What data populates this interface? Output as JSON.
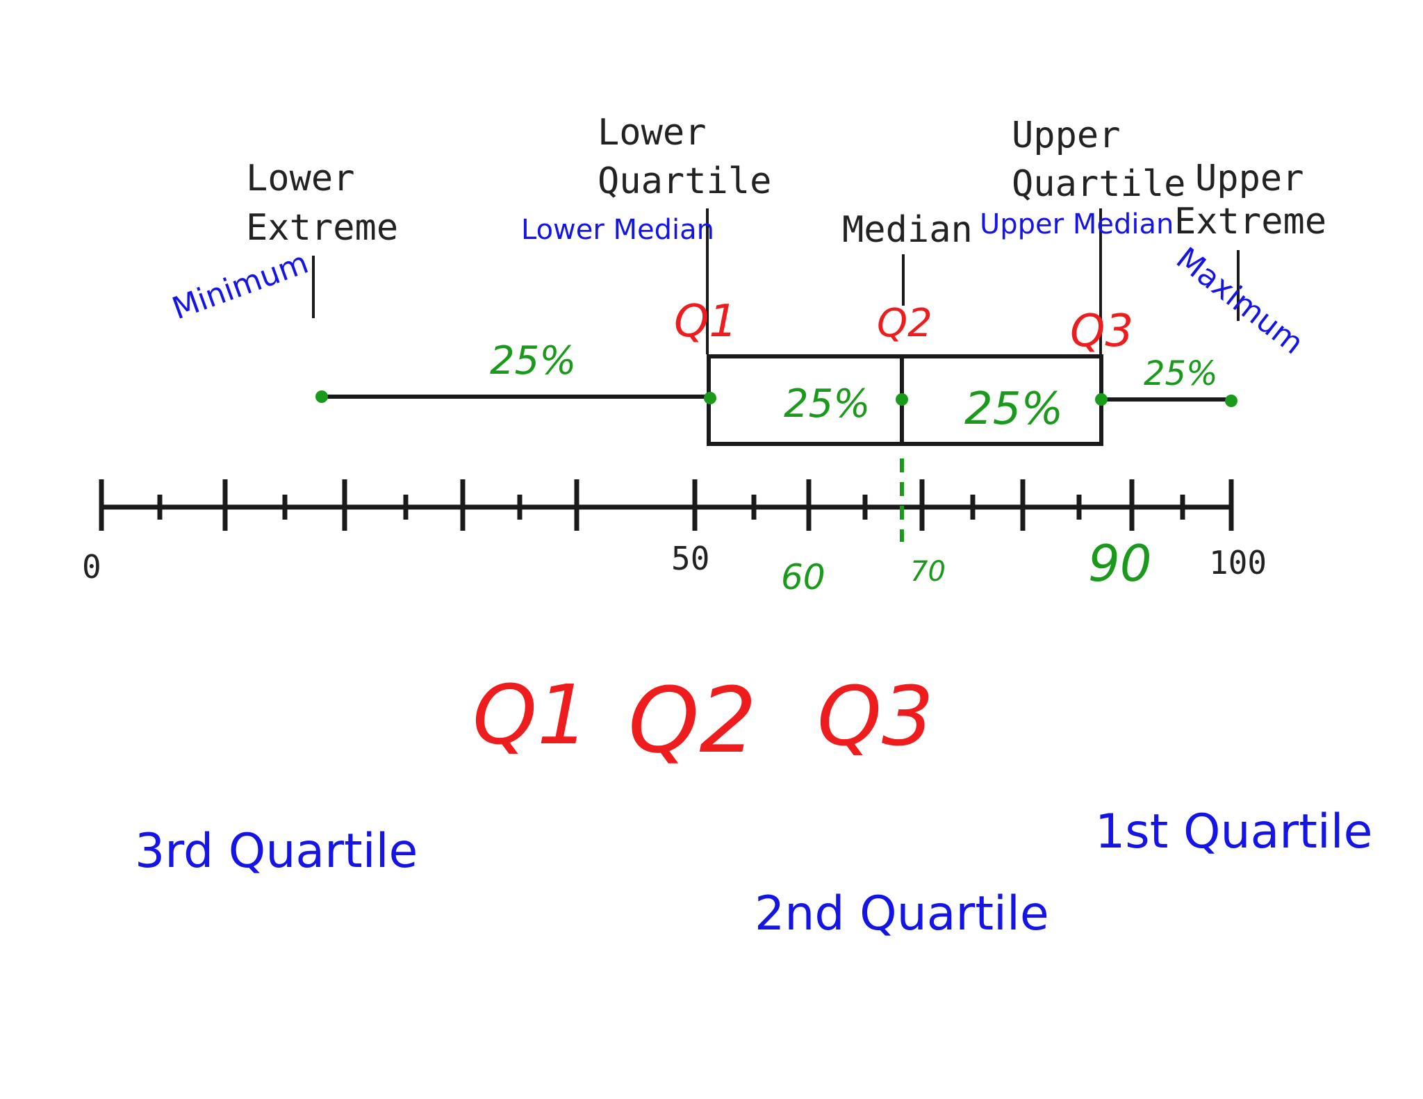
{
  "labels": {
    "lower_extreme_line1": "Lower",
    "lower_extreme_line2": "Extreme",
    "lower_quartile_line1": "Lower",
    "lower_quartile_line2": "Quartile",
    "median": "Median",
    "upper_quartile_line1": "Upper",
    "upper_quartile_line2": "Quartile",
    "upper_extreme_line1": "Upper",
    "upper_extreme_line2": "Extreme"
  },
  "annotations": {
    "minimum": "Minimum",
    "maximum": "Maximum",
    "lower_median": "Lower Median",
    "upper_median": "Upper Median",
    "q1": "Q1",
    "q2": "Q2",
    "q3": "Q3",
    "pct_left_whisker": "25%",
    "pct_lower_box": "25%",
    "pct_upper_box": "25%",
    "pct_right_whisker": "25%",
    "axis_60": "60",
    "axis_70": "70",
    "axis_90": "90",
    "big_q1": "Q1",
    "big_q2": "Q2",
    "big_q3": "Q3",
    "third_quartile": "3rd Quartile",
    "second_quartile": "2nd Quartile",
    "first_quartile": "1st Quartile"
  },
  "axis": {
    "tick_labels": [
      "0",
      "50",
      "100"
    ]
  },
  "colors": {
    "ink": "#1a1a1a",
    "blue": "#1414e6",
    "green": "#1a9a1a",
    "red": "#ee1c1c"
  }
}
